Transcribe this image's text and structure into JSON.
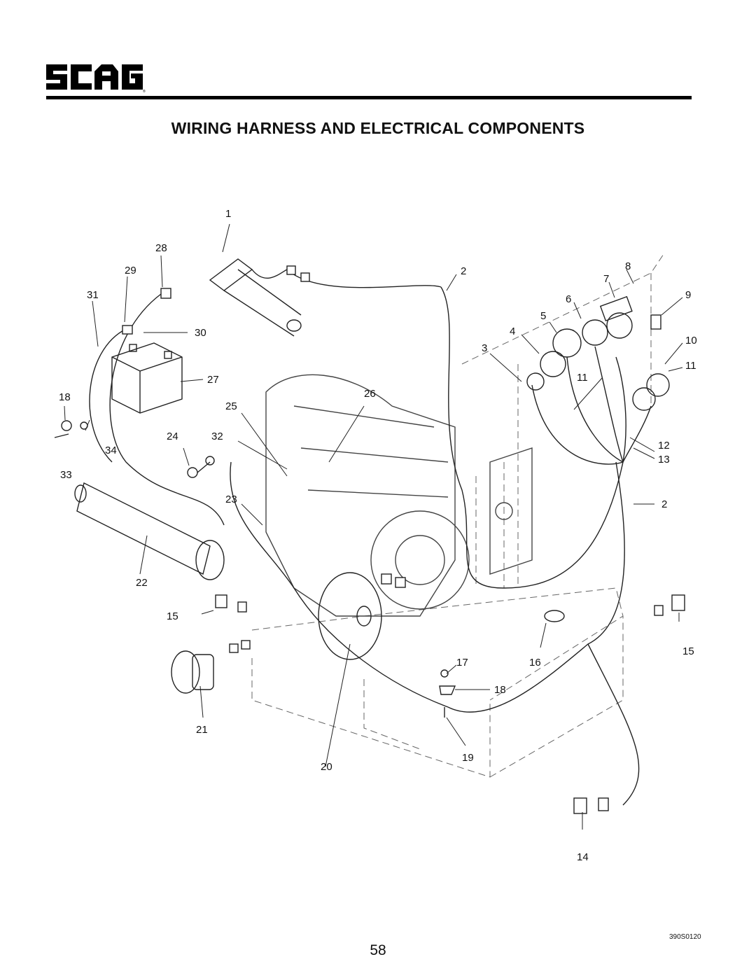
{
  "brand": {
    "name": "SCAG"
  },
  "header": {
    "title": "WIRING HARNESS AND ELECTRICAL COMPONENTS"
  },
  "diagram": {
    "callouts": [
      "1",
      "2",
      "2",
      "3",
      "4",
      "5",
      "6",
      "7",
      "8",
      "9",
      "10",
      "11",
      "11",
      "12",
      "13",
      "14",
      "15",
      "15",
      "16",
      "17",
      "18",
      "18",
      "19",
      "20",
      "21",
      "22",
      "23",
      "24",
      "25",
      "26",
      "27",
      "28",
      "29",
      "30",
      "31",
      "32",
      "33",
      "34"
    ]
  },
  "footer": {
    "drawing_code": "390S0120",
    "page_number": "58"
  }
}
